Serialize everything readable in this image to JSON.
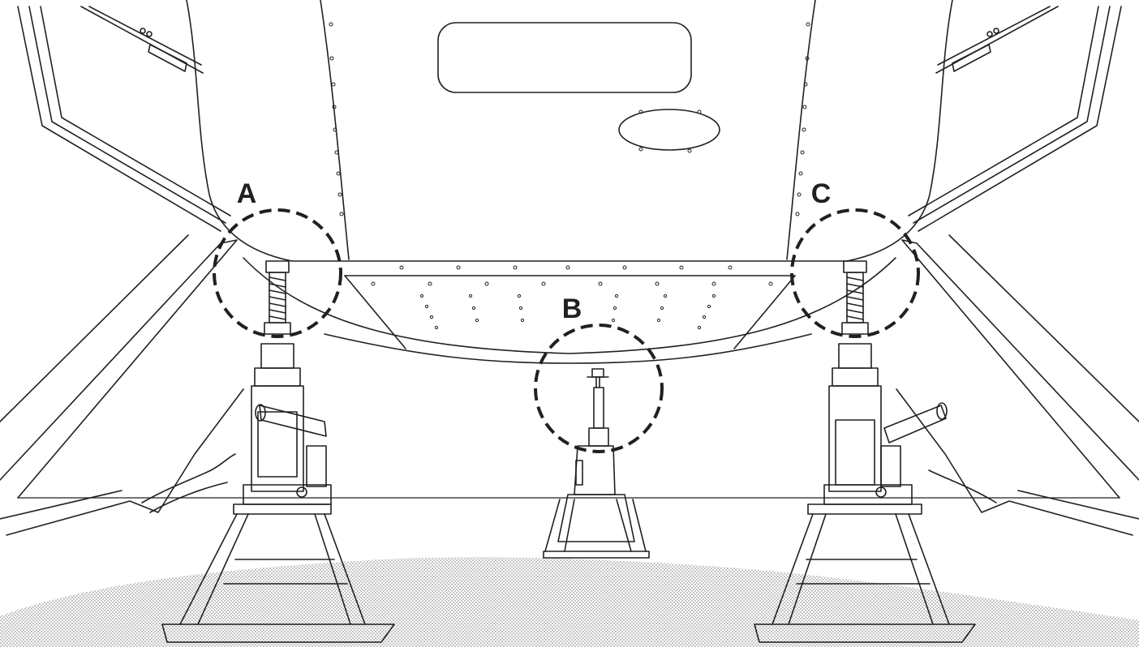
{
  "labels": {
    "a": "A",
    "b": "B",
    "c": "C"
  },
  "colors": {
    "line": "#231f20",
    "fill": "#ffffff",
    "ground_dots": "#8a8a8a"
  }
}
